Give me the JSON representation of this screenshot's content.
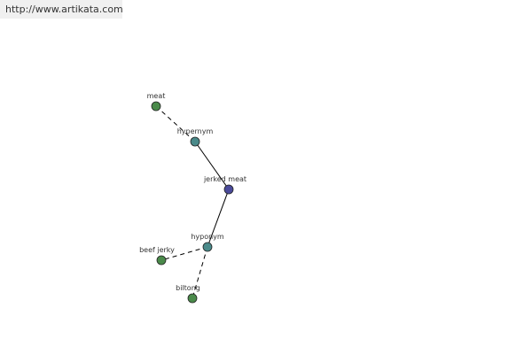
{
  "banner": {
    "url_text": "http://www.artikata.com"
  },
  "graph": {
    "nodes": [
      {
        "id": "meat",
        "label": "meat",
        "color": "#4a8a4a"
      },
      {
        "id": "hypernym",
        "label": "hypernym",
        "color": "#4a8a8a"
      },
      {
        "id": "jerked_meat",
        "label": "jerked meat",
        "color": "#4a4a9a"
      },
      {
        "id": "hyponym",
        "label": "hyponym",
        "color": "#4a8a8a"
      },
      {
        "id": "beef_jerky",
        "label": "beef jerky",
        "color": "#4a8a4a"
      },
      {
        "id": "biltong",
        "label": "biltong",
        "color": "#4a8a4a"
      }
    ],
    "edges": [
      {
        "from": "meat",
        "to": "hypernym",
        "style": "dashed"
      },
      {
        "from": "hypernym",
        "to": "jerked_meat",
        "style": "solid"
      },
      {
        "from": "jerked_meat",
        "to": "hyponym",
        "style": "solid"
      },
      {
        "from": "hyponym",
        "to": "beef_jerky",
        "style": "dashed"
      },
      {
        "from": "hyponym",
        "to": "biltong",
        "style": "dashed"
      }
    ]
  }
}
